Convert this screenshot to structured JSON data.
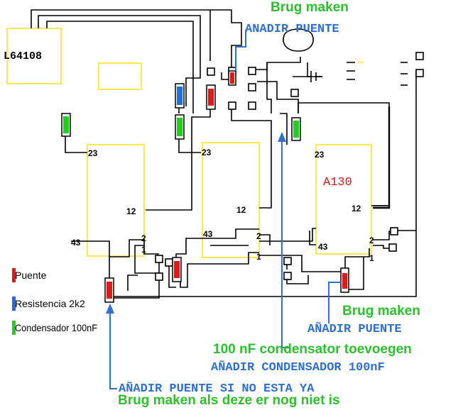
{
  "colors": {
    "board_outline": "#ffe84d",
    "wire": "#000000",
    "bridge": "#e01818",
    "resistor": "#1e6fd8",
    "capacitor": "#22cc22",
    "annotation_green": "#2cc02c",
    "annotation_blue": "#2f6fd0",
    "chip_label": "#d41a1a"
  },
  "labels": {
    "l64108": "L64108",
    "a130": "A130"
  },
  "pins": {
    "left_23": "23",
    "left_12": "12",
    "left_43": "43",
    "left_2": "2",
    "left_1": "1",
    "mid_23": "23",
    "mid_12": "12",
    "mid_43": "43",
    "mid_2": "2",
    "mid_1": "1",
    "right_23": "23",
    "right_12": "12",
    "right_43": "43",
    "right_2": "2",
    "right_1": "1"
  },
  "annotations": {
    "top_nl": "Brug maken",
    "top_es": "ANADIR PUENTE",
    "right_nl": "Brug maken",
    "right_es": "AÑADIR PUENTE",
    "cap_nl": "100 nF condensator toevoegen",
    "cap_es": "AÑADIR CONDENSADOR 100nF",
    "bottom_es": "AÑADIR PUENTE SI NO ESTA YA",
    "bottom_nl": "Brug maken als deze er nog niet is"
  },
  "legend": {
    "bridge": "Puente",
    "resistor": "Resistencia 2k2",
    "capacitor": "Condensador 100nF"
  }
}
